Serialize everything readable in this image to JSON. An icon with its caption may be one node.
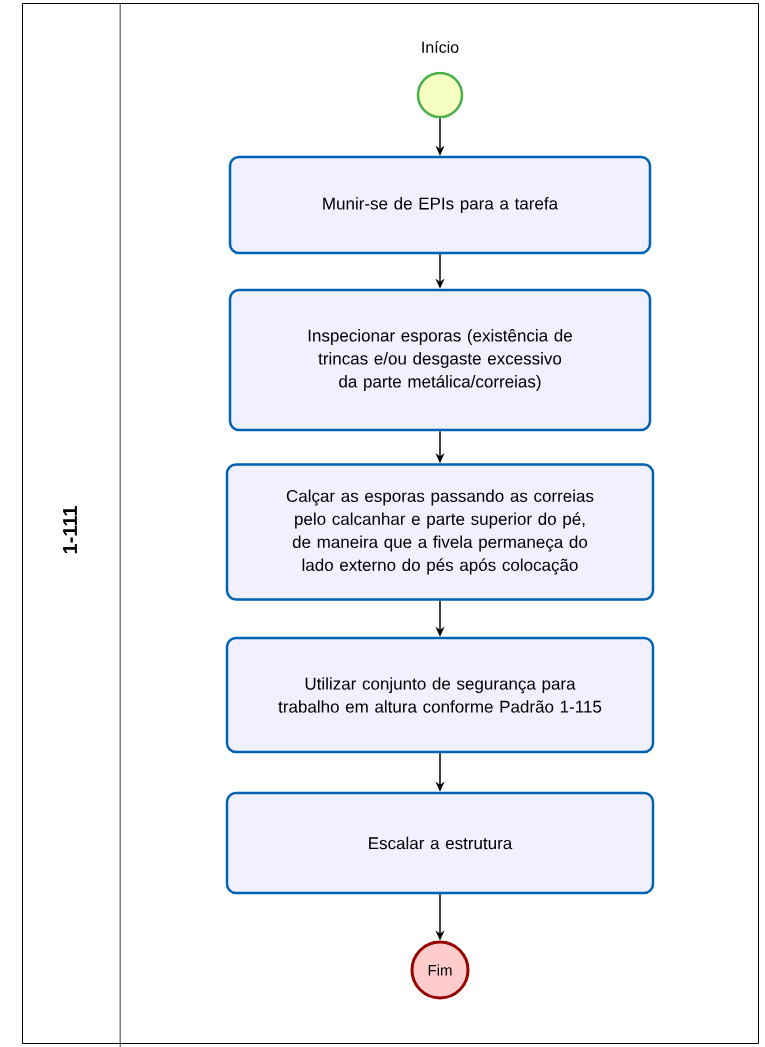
{
  "diagram": {
    "nodes": [
      {
        "text": [
          "1-111"
        ]
      },
      {
        "text": [],
        "shape": "circle",
        "beside": [
          "Início"
        ],
        "in": 0
      },
      {
        "text": [
          "Munir-se de EPIs para a tarefa"
        ],
        "in": 0
      },
      {
        "text": [
          "Inspecionar esporas (existência de trincas e/ou desgaste excessivo da parte metálica/correias)"
        ],
        "in": 0
      },
      {
        "text": [
          "Calçar as esporas passando as correias pelo calcanhar e parte superior do pé, de maneira que a fivela permaneça do lado externo do pés após colocação"
        ],
        "in": 0
      },
      {
        "text": [
          "Utilizar conjunto de segurança para trabalho em altura conforme Padrão 1-115"
        ],
        "in": 0
      },
      {
        "text": [
          "Escalar a estrutura"
        ],
        "in": 0
      },
      {
        "text": [
          "Fim"
        ],
        "in": 0
      }
    ],
    "edges": [
      {
        "from": 1,
        "to": 2,
        "arrow": "to"
      },
      {
        "from": 2,
        "to": 3,
        "arrow": "to"
      },
      {
        "from": 3,
        "to": 4,
        "arrow": "to"
      },
      {
        "from": 4,
        "to": 5,
        "arrow": "to"
      },
      {
        "from": 5,
        "to": 6,
        "arrow": "to"
      },
      {
        "from": 6,
        "to": 7,
        "arrow": "to"
      }
    ]
  }
}
